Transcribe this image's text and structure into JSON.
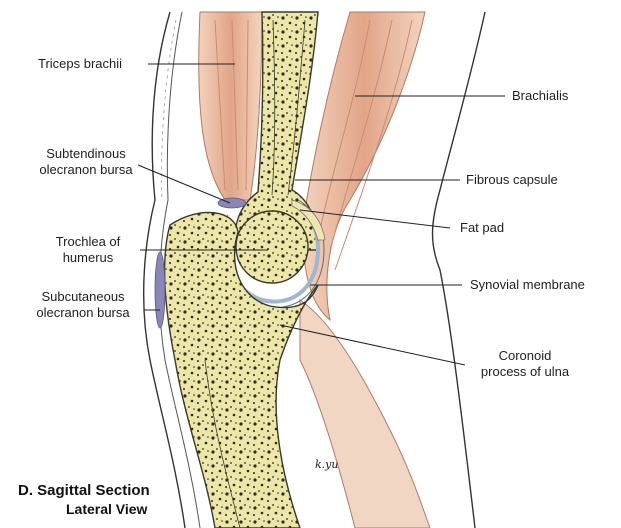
{
  "figure": {
    "caption_letter": "D.",
    "caption_line1": "Sagittal Section",
    "caption_line2": "Lateral View",
    "signature": "k.yu"
  },
  "labels": {
    "triceps_brachii": "Triceps brachii",
    "subtendinous_line1": "Subtendinous",
    "subtendinous_line2": "olecranon bursa",
    "trochlea_line1": "Trochlea of",
    "trochlea_line2": "humerus",
    "subcutaneous_line1": "Subcutaneous",
    "subcutaneous_line2": "olecranon bursa",
    "brachialis": "Brachialis",
    "fibrous_capsule": "Fibrous capsule",
    "fat_pad": "Fat pad",
    "synovial_membrane": "Synovial membrane",
    "coronoid_line1": "Coronoid",
    "coronoid_line2": "process of ulna"
  },
  "colors": {
    "bone": "#ece6a8",
    "bone_outline": "#3a3a2a",
    "muscle": "#e9b79a",
    "muscle_dark": "#d9977a",
    "synovial": "#9fb7cf",
    "bursa": "#8b86b8"
  }
}
